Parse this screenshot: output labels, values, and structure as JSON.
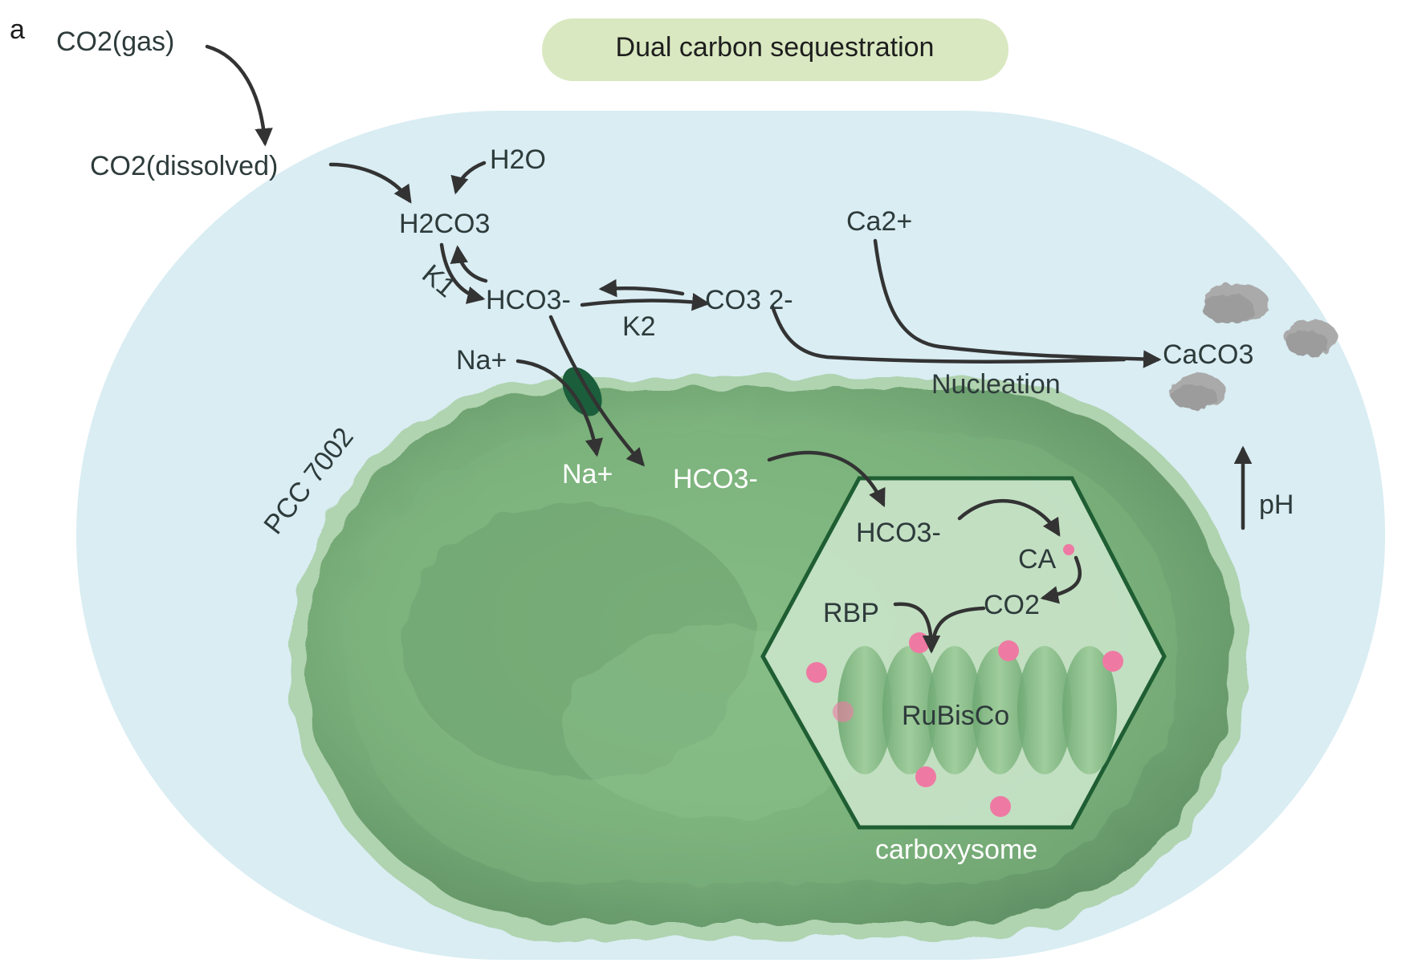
{
  "panel_label": "a",
  "title": "Dual carbon sequestration",
  "labels": {
    "co2_gas": "CO2(gas)",
    "co2_dissolved": "CO2(dissolved)",
    "h2o": "H2O",
    "h2co3": "H2CO3",
    "k1": "K1",
    "hco3_outer": "HCO3-",
    "k2": "K2",
    "co3": "CO3 2-",
    "ca": "Ca2+",
    "caco3": "CaCO3",
    "nucleation": "Nucleation",
    "na_outer": "Na+",
    "na_inner": "Na+",
    "hco3_inner": "HCO3-",
    "hco3_carboxysome": "HCO3-",
    "ca_enzyme": "CA",
    "co2_carboxysome": "CO2",
    "rbp": "RBP",
    "rubisco": "RuBisCo",
    "carboxysome": "carboxysome",
    "strain": "PCC 7002",
    "ph": "pH"
  },
  "colors": {
    "background_medium": "#d9edf3",
    "title_pill": "#d9e8c0",
    "cell_light": "#9ccc94",
    "cell_dark": "#5a8f5e",
    "carboxysome_border": "#1f5e33",
    "carboxysome_fill": "#c8e3c8",
    "transporter": "#1b5e3b",
    "enzyme_dot": "#ee7aa3",
    "arrow": "#333333",
    "text": "#2e3b3b"
  }
}
